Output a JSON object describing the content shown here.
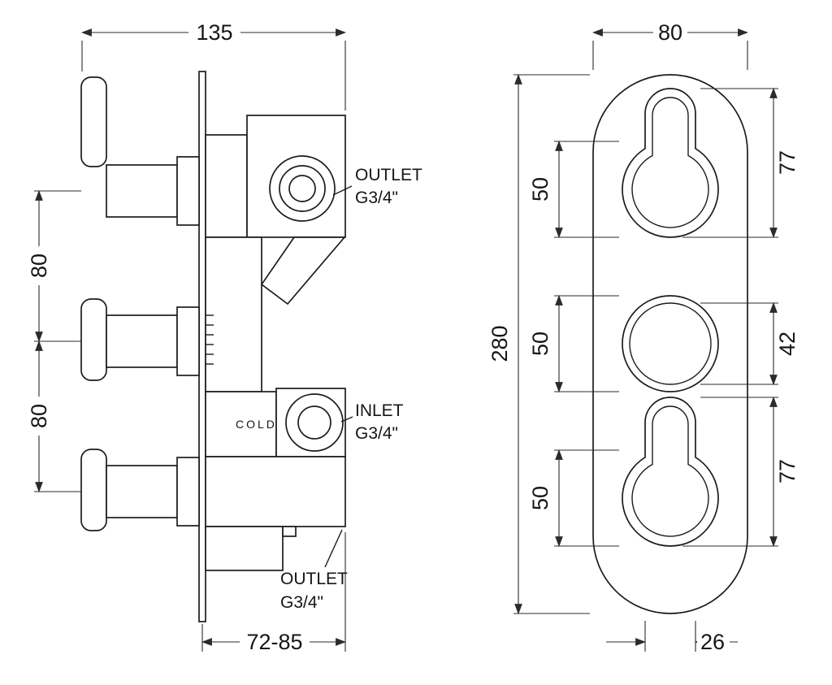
{
  "side_view": {
    "dim_width": "135",
    "dim_handle_spacing_upper": "80",
    "dim_handle_spacing_lower": "80",
    "dim_depth_range": "72-85",
    "outlet_top": {
      "line1": "OUTLET",
      "line2": "G3/4\""
    },
    "inlet": {
      "line1": "INLET",
      "line2": "G3/4\""
    },
    "outlet_bottom": {
      "line1": "OUTLET",
      "line2": "G3/4\""
    },
    "cold_label": "COLD"
  },
  "front_view": {
    "dim_plate_width": "80",
    "dim_plate_height": "280",
    "dim_keyhole_top": "77",
    "dim_knob_middle": "42",
    "dim_keyhole_bottom": "77",
    "dim_dial_top": "50",
    "dim_dial_middle": "50",
    "dim_dial_bottom": "50",
    "dim_slot_width": "26"
  }
}
